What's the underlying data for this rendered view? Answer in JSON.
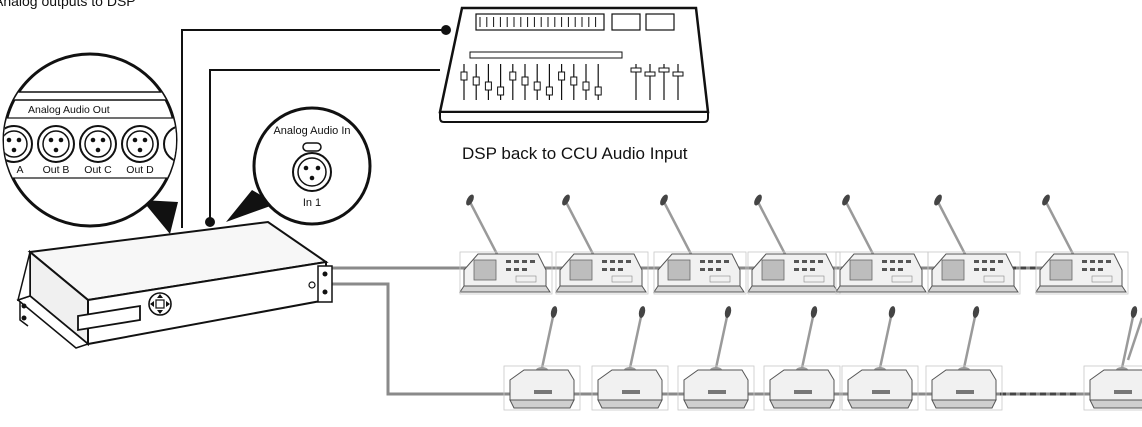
{
  "header_text": "Analog outputs to DSP",
  "dsp_caption": "DSP back to CCU Audio Input",
  "out_panel": {
    "title": "Analog Audio Out",
    "ports": [
      "A",
      "Out B",
      "Out C",
      "Out D"
    ]
  },
  "in_panel": {
    "title": "Analog Audio In",
    "port": "In 1"
  },
  "colors": {
    "line": "#111111",
    "cable": "#8a8a8a",
    "unit_fill": "#ededed",
    "unit_shade": "#d6d6d6"
  },
  "top_row_units": 7,
  "bottom_row_units": 7
}
